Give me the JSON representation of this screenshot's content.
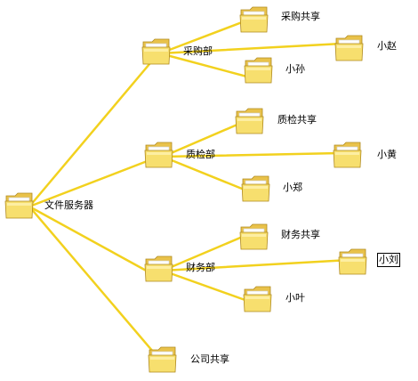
{
  "diagram": {
    "line_color": "#f2d11e",
    "folder_color": "#f7df6e",
    "root": {
      "label": "文件服务器",
      "icon": "folder-icon"
    },
    "departments": [
      {
        "label": "采购部",
        "icon": "folder-icon",
        "children": [
          {
            "label": "采购共享",
            "icon": "folder-icon"
          },
          {
            "label": "小赵",
            "icon": "folder-icon"
          },
          {
            "label": "小孙",
            "icon": "folder-icon"
          }
        ]
      },
      {
        "label": "质检部",
        "icon": "folder-icon",
        "children": [
          {
            "label": "质检共享",
            "icon": "folder-icon"
          },
          {
            "label": "小黄",
            "icon": "folder-icon"
          },
          {
            "label": "小郑",
            "icon": "folder-icon"
          }
        ]
      },
      {
        "label": "财务部",
        "icon": "folder-icon",
        "children": [
          {
            "label": "财务共享",
            "icon": "folder-icon"
          },
          {
            "label": "小刘",
            "icon": "folder-icon"
          },
          {
            "label": "小叶",
            "icon": "folder-icon"
          }
        ]
      }
    ],
    "extra": [
      {
        "label": "公司共享",
        "icon": "folder-icon"
      }
    ]
  }
}
